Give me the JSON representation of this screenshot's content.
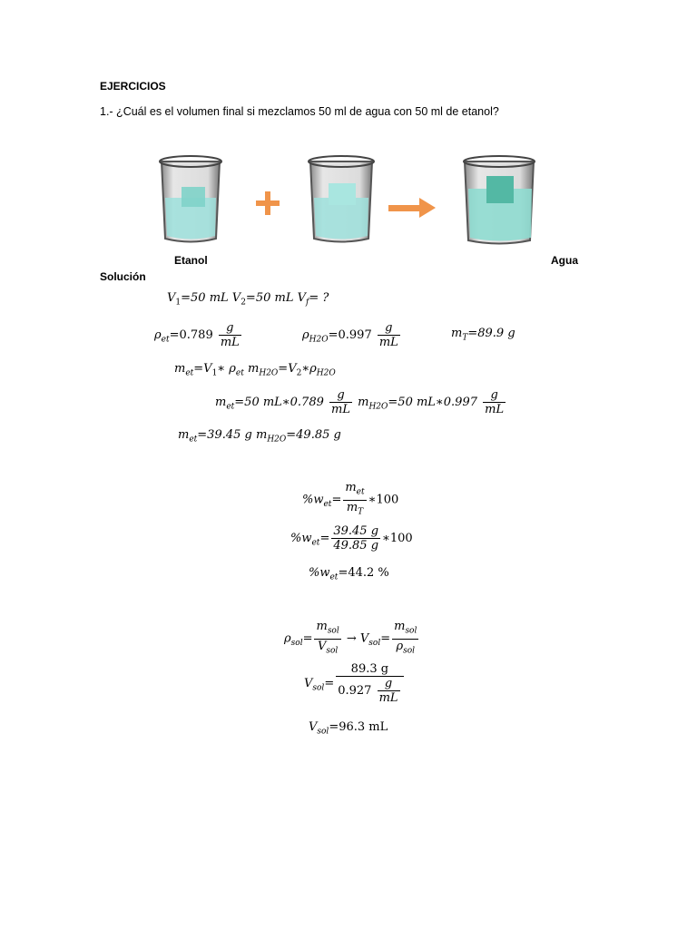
{
  "heading": "EJERCICIOS",
  "question": "1.- ¿Cuál es el volumen final si mezclamos 50 ml de agua con 50 ml de etanol?",
  "figure": {
    "label_left": "Etanol",
    "label_right": "Agua",
    "liquid_color": "#9ee0dc",
    "accent_color": "#f0944a"
  },
  "solution_label": "Solución",
  "eq": {
    "v1": "V",
    "v1_eq": "=50 mL V",
    "v2_eq": "=50 mL V",
    "vf_eq": "= ?",
    "rho_et_val": "=0.789",
    "rho_h2o_val": "=0.997",
    "mt_val": "=89.9 g",
    "m_relation_a": "=V",
    "m_relation_b": "=V",
    "m_calc_a": "=50 mL∗0.789",
    "m_calc_b": "=50 mL∗0.997",
    "m_res_a": "=39.45 g m",
    "m_res_b": "=49.85 g",
    "pct_times": "∗100",
    "pct_num": "39.45 g",
    "pct_den": "49.85 g",
    "pct_result": "=44.2 %",
    "vsol_num": "89.3 g",
    "vsol_den": "0.927",
    "vsol_result": "=96.3 mL",
    "g": "g",
    "mL": "mL"
  }
}
